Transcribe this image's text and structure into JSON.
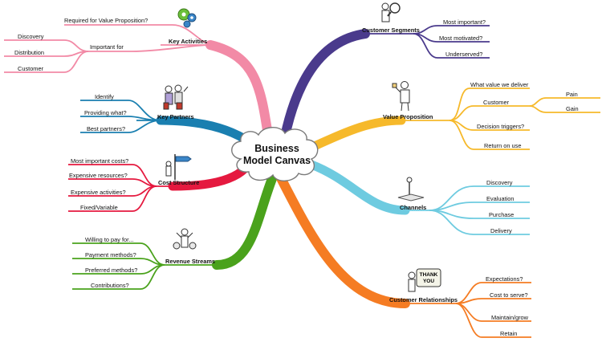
{
  "center": {
    "line1": "Business",
    "line2": "Model Canvas"
  },
  "colors": {
    "key_activities": "#f28aa6",
    "key_partners": "#1a7fb0",
    "cost_structure": "#e5193f",
    "revenue_streams": "#4aa21c",
    "customer_segments": "#4a3a8c",
    "value_proposition": "#f6b92b",
    "channels": "#6ecbe0",
    "customer_relationships": "#f57c23"
  },
  "branches": {
    "key_activities": {
      "title": "Key Activities",
      "icon": "gears-icon",
      "items": [
        "Required for Value Proposition?",
        "Important for"
      ],
      "sub_items": [
        "Discovery",
        "Distribution",
        "Customer"
      ]
    },
    "key_partners": {
      "title": "Key Partners",
      "icon": "partners-group-icon",
      "items": [
        "Identify",
        "Providing what?",
        "Best partners?"
      ]
    },
    "cost_structure": {
      "title": "Cost Structure",
      "icon": "signpost-icon",
      "items": [
        "Most important costs?",
        "Expensive resources?",
        "Expensive activities?",
        "Fixed/Variable"
      ]
    },
    "revenue_streams": {
      "title": "Revenue Streams",
      "icon": "money-bags-icon",
      "items": [
        "Willing to pay for...",
        "Payment methods?",
        "Preferred methods?",
        "Contributions?"
      ]
    },
    "customer_segments": {
      "title": "Customer Segments",
      "icon": "magnifier-person-icon",
      "items": [
        "Most important?",
        "Most motivated?",
        "Underserved?"
      ]
    },
    "value_proposition": {
      "title": "Value Proposition",
      "icon": "thumbs-up-person-icon",
      "items": [
        "What value we deliver",
        "Customer",
        "Decision triggers?",
        "Return on use"
      ],
      "sub_items": [
        "Pain",
        "Gain"
      ]
    },
    "channels": {
      "title": "Channels",
      "icon": "crossroads-icon",
      "items": [
        "Discovery",
        "Evaluation",
        "Purchase",
        "Delivery"
      ]
    },
    "customer_relationships": {
      "title": "Customer Relationships",
      "icon": "thank-you-sign-icon",
      "items": [
        "Expectations?",
        "Cost to serve?",
        "Maintain/grow",
        "Retain"
      ],
      "sign_text": [
        "THANK",
        "YOU"
      ]
    }
  }
}
